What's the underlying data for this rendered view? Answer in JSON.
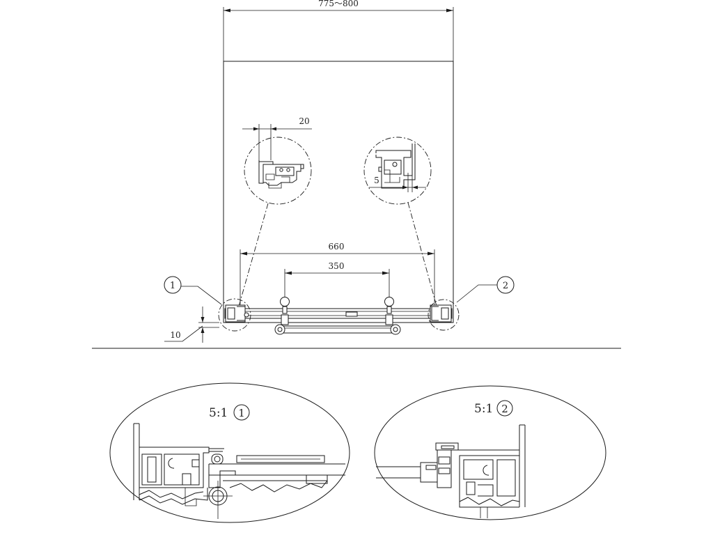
{
  "dimensions": {
    "overall_width": "775～800",
    "detail_top_left": "20",
    "detail_top_right": "5",
    "rail_span": "660",
    "handle_span": "350",
    "bottom_gap": "10"
  },
  "callouts": {
    "detail_1": "1",
    "detail_2": "2"
  },
  "details": {
    "detail_1_scale": "5:1",
    "detail_1_number": "1",
    "detail_2_scale": "5:1",
    "detail_2_number": "2"
  }
}
